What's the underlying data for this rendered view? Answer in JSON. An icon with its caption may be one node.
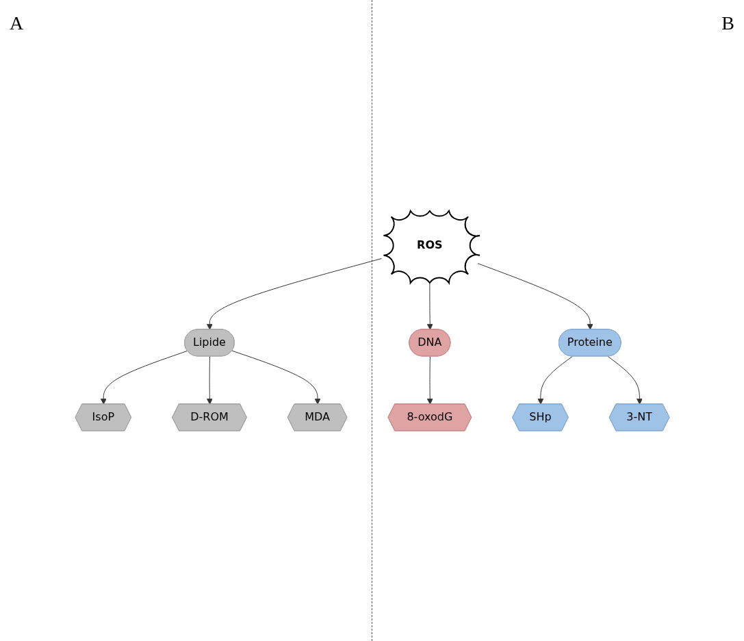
{
  "diagram": {
    "nodes": [
      {
        "text": [
          "ROS"
        ]
      },
      {
        "text": [
          "Lipide"
        ]
      },
      {
        "text": [
          "IsoP"
        ]
      },
      {
        "text": [
          "D-ROM"
        ]
      },
      {
        "text": [
          "MDA"
        ]
      },
      {
        "text": [
          "DNA"
        ]
      },
      {
        "text": [
          "8-oxodG"
        ]
      },
      {
        "text": [
          "Proteine"
        ]
      },
      {
        "text": [
          "SHp"
        ]
      },
      {
        "text": [
          "3-NT"
        ]
      }
    ],
    "edges": [
      {
        "from": 0,
        "to": 1,
        "arrow": "to"
      },
      {
        "from": 1,
        "to": 2,
        "arrow": "to"
      },
      {
        "from": 1,
        "to": 3,
        "arrow": "to"
      },
      {
        "from": 1,
        "to": 4,
        "arrow": "to"
      },
      {
        "from": 0,
        "to": 5,
        "arrow": "to"
      },
      {
        "from": 5,
        "to": 6,
        "arrow": "to"
      },
      {
        "from": 0,
        "to": 7,
        "arrow": "to"
      },
      {
        "from": 7,
        "to": 8,
        "arrow": "to"
      },
      {
        "from": 7,
        "to": 9,
        "arrow": "to"
      }
    ],
    "labels": [
      "A",
      "B"
    ]
  }
}
